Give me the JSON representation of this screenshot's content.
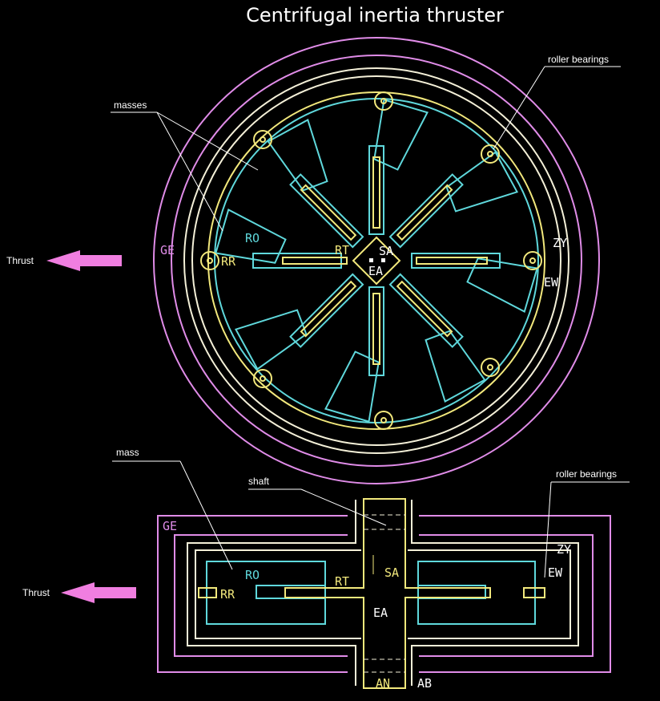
{
  "title": "Centrifugal inertia thruster",
  "colors": {
    "background": "#000000",
    "housing": "#e08ce8",
    "casing": "#f4f0d8",
    "mass": "#5fd8dc",
    "shaft": "#f2e87c",
    "arrow": "#f07ee0",
    "text": "#ffffff"
  },
  "top_view": {
    "annotations": {
      "masses": "masses",
      "roller_bearings": "roller bearings",
      "thrust": "Thrust"
    },
    "codes": {
      "ge": "GE",
      "ro": "RO",
      "rr": "RR",
      "rt": "RT",
      "sa": "SA",
      "ea": "EA",
      "zy": "ZY",
      "ew": "EW"
    }
  },
  "side_view": {
    "annotations": {
      "mass": "mass",
      "shaft": "shaft",
      "roller_bearings": "roller bearings",
      "thrust": "Thrust"
    },
    "codes": {
      "ge": "GE",
      "ro": "RO",
      "rr": "RR",
      "rt": "RT",
      "sa": "SA",
      "ea": "EA",
      "zy": "ZY",
      "ew": "EW",
      "an": "AN",
      "ab": "AB"
    }
  }
}
